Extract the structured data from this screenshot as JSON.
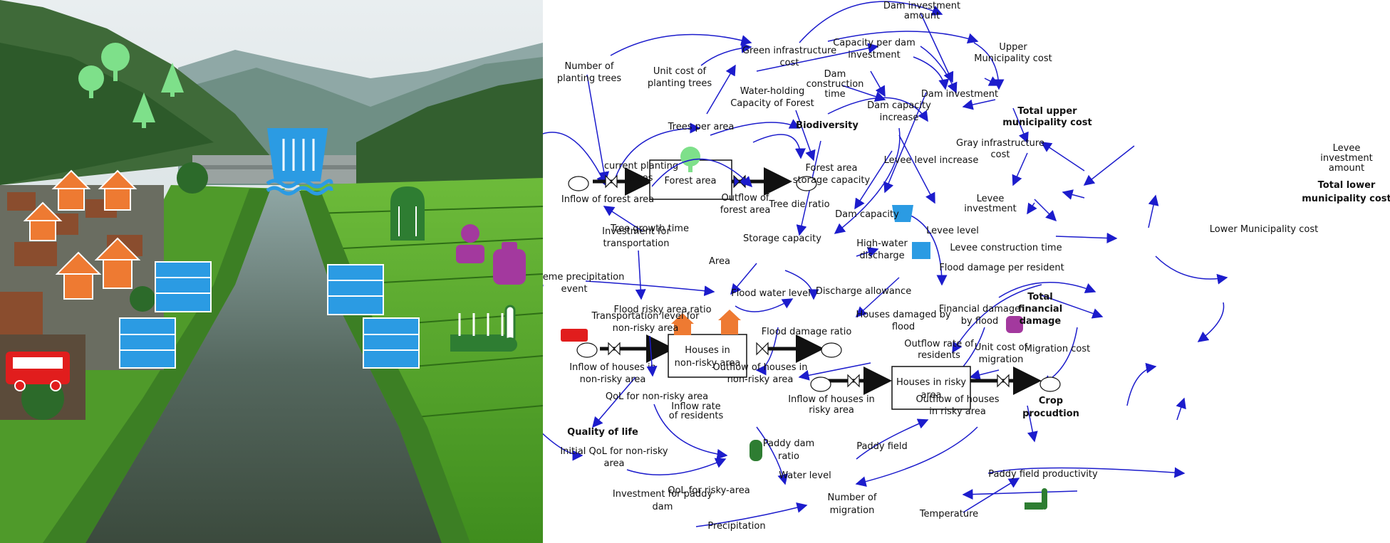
{
  "colors": {
    "arrow": "#1c1ccc",
    "tree_icon": "#7ee08a",
    "house_icon": "#ee7a32",
    "wall_icon": "#2b9be3",
    "dam_icon": "#2b9be3",
    "silo_icon": "#2e7d32",
    "farmer_icon": "#a3399e",
    "bus_icon": "#e11d1d",
    "crop_icon": "#2e7d32"
  },
  "icons": [
    "trees-icon",
    "dam-icon",
    "house-icon",
    "levee-wall-icon",
    "silo-icon",
    "farmer-icon",
    "money-bag-icon",
    "crop-thermometer-icon",
    "bus-icon",
    "cloud-icon",
    "valve-icon"
  ],
  "stocks": {
    "forest_area": "Forest area",
    "houses_non_risky": [
      "Houses in",
      "non-risky area"
    ],
    "houses_risky": [
      "Houses in risky",
      "area"
    ]
  },
  "variables": {
    "dam_investment_amount": [
      "Dam investment",
      "amount"
    ],
    "green_infra_cost": [
      "Green infrastructure",
      "cost"
    ],
    "capacity_per_dam_investment": [
      "Capacity per dam",
      "investment"
    ],
    "upper_municipality_cost": [
      "Upper",
      "Municipality cost"
    ],
    "number_of_planting_trees": [
      "Number of",
      "planting trees"
    ],
    "unit_cost_planting": [
      "Unit cost of",
      "planting trees"
    ],
    "dam_construction_time": [
      "Dam",
      "construction",
      "time"
    ],
    "water_holding": [
      "Water-holding",
      "Capacity of Forest"
    ],
    "dam_investment": "Dam investment",
    "dam_capacity_increase": [
      "Dam capacity",
      "increase"
    ],
    "total_upper": [
      "Total upper",
      "municipality cost"
    ],
    "trees_per_area": "Trees per area",
    "biodiversity": "Biodiversity",
    "gray_infra_cost": [
      "Gray infrastructure",
      "cost"
    ],
    "current_planting_trees": [
      "current planting",
      "trees"
    ],
    "levee_level_increase": "Levee level increase",
    "levee_investment_amount": [
      "Levee",
      "investment",
      "amount"
    ],
    "forest_storage": [
      "Forest area",
      "storage capacity"
    ],
    "inflow_forest": "Inflow of forest area",
    "outflow_forest": [
      "Outflow of",
      "forest area"
    ],
    "tree_die_ratio": "Tree die ratio",
    "levee_investment": [
      "Levee",
      "investment"
    ],
    "total_lower": [
      "Total lower",
      "municipality cost"
    ],
    "dam_capacity": "Dam capacity",
    "tree_growth_time": "Tree growth time",
    "levee_level": "Levee level",
    "lower_municipality_cost": "Lower Municipality cost",
    "investment_transport": [
      "Investment for",
      "transportation"
    ],
    "storage_capacity": "Storage capacity",
    "high_water_discharge": [
      "High-water",
      "discharge"
    ],
    "levee_construction_time": "Levee construction time",
    "area": "Area",
    "flood_damage_per_resident": "Flood damage per resident",
    "extreme_precip": [
      "Extreme precipitation",
      "event"
    ],
    "flood_water_level": "Flood water level",
    "discharge_allowance": "Discharge allowance",
    "total_financial_damage": [
      "Total",
      "financial",
      "damage"
    ],
    "transport_level": [
      "Transportation level for",
      "non-risky area"
    ],
    "flood_risky_ratio": "Flood risky area ratio",
    "houses_damaged": [
      "Houses damaged by",
      "flood"
    ],
    "financial_damage_flood": [
      "Financial damage",
      "by flood"
    ],
    "flood_damage_ratio": "Flood damage ratio",
    "outflow_rate_residents": [
      "Outflow rate of",
      "residents"
    ],
    "unit_cost_migration": [
      "Unit cost of",
      "migration"
    ],
    "migration_cost": "Migration cost",
    "inflow_houses_nonrisky": [
      "Inflow of houses in",
      "non-risky area"
    ],
    "outflow_houses_nonrisky": [
      "Outflow of houses in",
      "non-risky area"
    ],
    "qol_nonrisky": "QoL for non-risky area",
    "inflow_rate_residents": [
      "Inflow rate",
      "of residents"
    ],
    "inflow_houses_risky": [
      "Inflow of houses in",
      "risky area"
    ],
    "outflow_houses_risky": [
      "Outflow of houses",
      "in risky area"
    ],
    "crop_production": [
      "Crop",
      "procudtion"
    ],
    "quality_of_life": "Quality of life",
    "paddy_dam_ratio": [
      "Paddy dam",
      "ratio"
    ],
    "paddy_field": "Paddy field",
    "initial_qol": [
      "Initial QoL for non-risky",
      "area"
    ],
    "water_level": "Water level",
    "paddy_productivity": "Paddy field productivity",
    "qol_risky": "QoL for risky-area",
    "investment_paddy_dam": [
      "Investment for paddy",
      "dam"
    ],
    "number_of_migration": [
      "Number of",
      "migration"
    ],
    "temperature": "Temperature",
    "precipitation": "Precipitation"
  }
}
